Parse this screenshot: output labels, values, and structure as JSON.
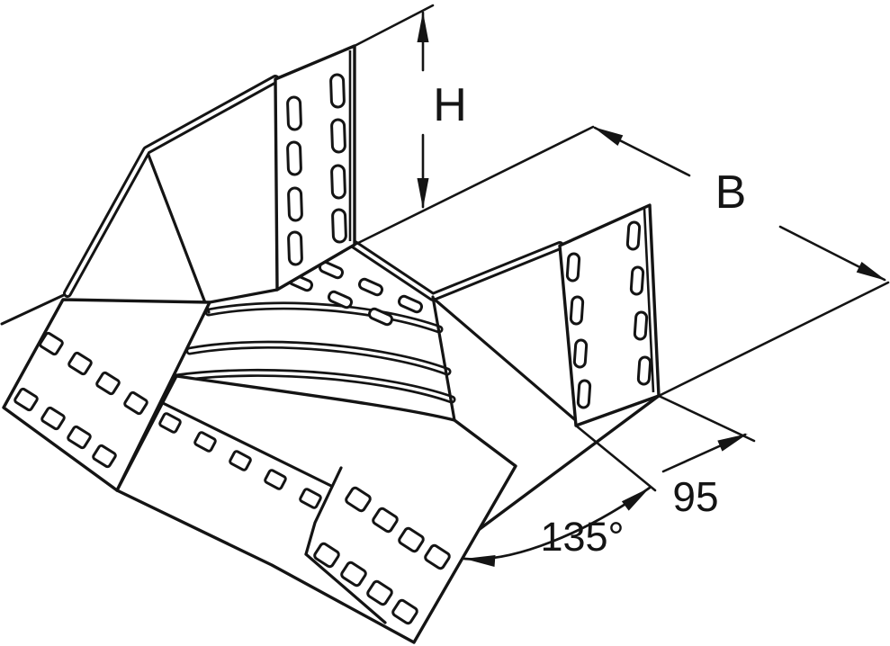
{
  "drawing": {
    "background_color": "#ffffff",
    "line_color": "#141414",
    "labels": {
      "height": "H",
      "width": "B",
      "length": "95",
      "angle": "135°"
    }
  }
}
